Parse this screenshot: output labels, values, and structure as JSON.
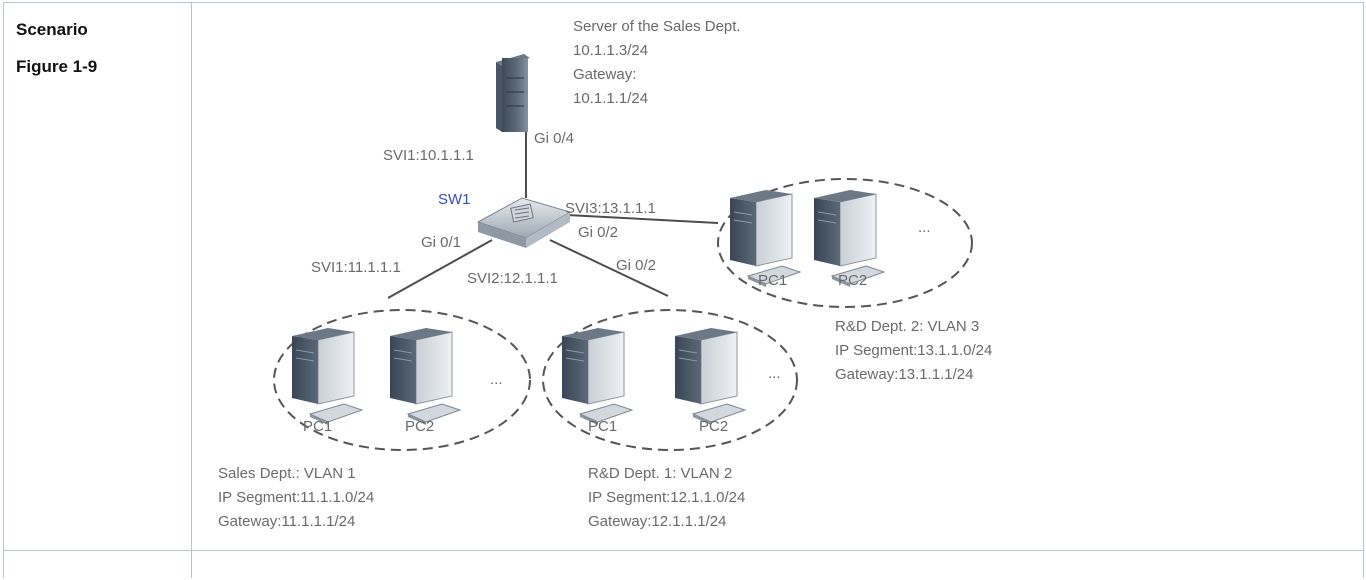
{
  "table": {
    "label_column": {
      "line1": "Scenario",
      "line2": "Figure 1-9"
    }
  },
  "diagram": {
    "server": {
      "title": "Server of the Sales Dept.",
      "ip": "10.1.1.3/24",
      "gateway_label": "Gateway:",
      "gateway_ip": "10.1.1.1/24"
    },
    "switch_label": "SW1",
    "links": {
      "svi1_server": "SVI1:10.1.1.1",
      "gi04": "Gi 0/4",
      "svi3": "SVI3:13.1.1.1",
      "gi02_rd2": "Gi 0/2",
      "gi01": "Gi 0/1",
      "svi1_sales": "SVI1:11.1.1.1",
      "svi2": "SVI2:12.1.1.1",
      "gi02_rd1": "Gi 0/2"
    },
    "groups": {
      "sales": {
        "pc1": "PC1",
        "pc2": "PC2",
        "ellipsis": "...",
        "line1": "Sales Dept.: VLAN 1",
        "line2": "IP  Segment:11.1.1.0/24",
        "line3": "Gateway:11.1.1.1/24"
      },
      "rd1": {
        "pc1": "PC1",
        "pc2": "PC2",
        "ellipsis": "...",
        "line1": "R&D Dept. 1: VLAN 2",
        "line2": "IP Segment:12.1.1.0/24",
        "line3": "Gateway:12.1.1.1/24"
      },
      "rd2": {
        "pc1": "PC1",
        "pc2": "PC2",
        "ellipsis": "...",
        "line1": "R&D Dept. 2: VLAN 3",
        "line2": "IP  Segment:13.1.1.0/24",
        "line3": "Gateway:13.1.1.1/24"
      }
    }
  }
}
